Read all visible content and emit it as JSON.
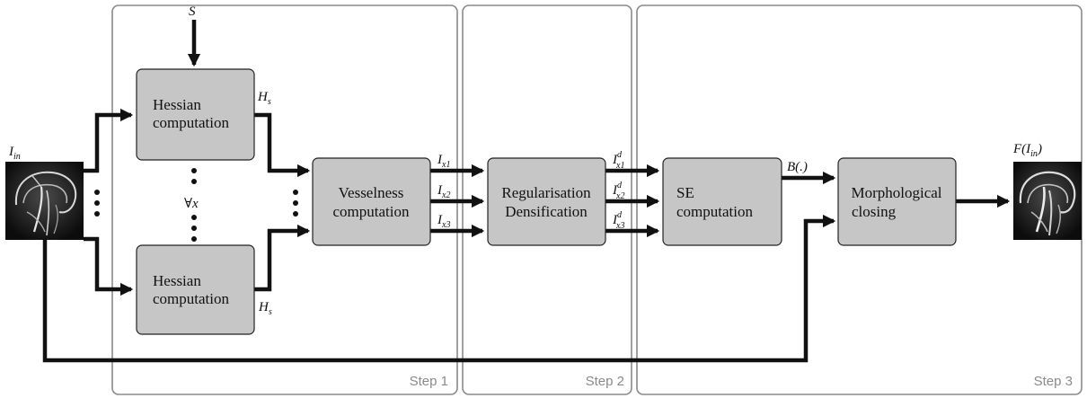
{
  "boxes": {
    "hessian_top": [
      "Hessian",
      "computation"
    ],
    "hessian_bottom": [
      "Hessian",
      "computation"
    ],
    "vesselness": [
      "Vesselness",
      "computation"
    ],
    "regularisation": [
      "Regularisation",
      "Densification"
    ],
    "se": [
      "SE",
      "computation"
    ],
    "morphological": [
      "Morphological",
      "closing"
    ]
  },
  "labels": {
    "input_main": "I",
    "input_sub": "in",
    "scales": "S",
    "hessian_top": "H",
    "hessian_top_sub": "s",
    "hessian_bottom": "H",
    "hessian_bottom_sub": "s",
    "forall": "∀x",
    "ix": "I",
    "ix_subs": [
      "x1",
      "x2",
      "x3"
    ],
    "idx_sup": "d",
    "bfunc": "B(.)",
    "output": "F(I",
    "output_sub": "in",
    "output_close": ")"
  },
  "steps": [
    "Step 1",
    "Step 2",
    "Step 3"
  ],
  "images": {
    "input": "brain-vessel-image-input",
    "output": "brain-vessel-image-output"
  },
  "colors": {
    "box_fill": "#c6c6c6",
    "step_border": "#8a8a8a",
    "arrow": "#111111"
  }
}
